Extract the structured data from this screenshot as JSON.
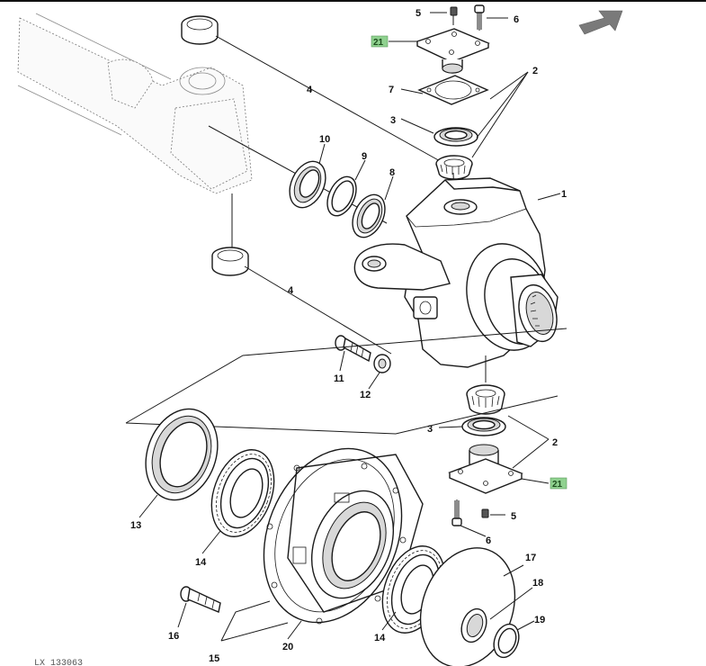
{
  "diagram": {
    "footer_code": "LX 133063",
    "labels": [
      {
        "id": "l-1",
        "text": "1"
      },
      {
        "id": "l-2a",
        "text": "2"
      },
      {
        "id": "l-2b",
        "text": "2"
      },
      {
        "id": "l-3a",
        "text": "3"
      },
      {
        "id": "l-3b",
        "text": "3"
      },
      {
        "id": "l-4a",
        "text": "4"
      },
      {
        "id": "l-4b",
        "text": "4"
      },
      {
        "id": "l-5a",
        "text": "5"
      },
      {
        "id": "l-5b",
        "text": "5"
      },
      {
        "id": "l-6a",
        "text": "6"
      },
      {
        "id": "l-6b",
        "text": "6"
      },
      {
        "id": "l-7",
        "text": "7"
      },
      {
        "id": "l-8",
        "text": "8"
      },
      {
        "id": "l-9",
        "text": "9"
      },
      {
        "id": "l-10",
        "text": "10"
      },
      {
        "id": "l-11",
        "text": "11"
      },
      {
        "id": "l-12",
        "text": "12"
      },
      {
        "id": "l-13",
        "text": "13"
      },
      {
        "id": "l-14a",
        "text": "14"
      },
      {
        "id": "l-14b",
        "text": "14"
      },
      {
        "id": "l-15",
        "text": "15"
      },
      {
        "id": "l-16",
        "text": "16"
      },
      {
        "id": "l-17",
        "text": "17"
      },
      {
        "id": "l-18",
        "text": "18"
      },
      {
        "id": "l-19",
        "text": "19"
      },
      {
        "id": "l-20",
        "text": "20"
      }
    ],
    "callouts_21": [
      {
        "id": "c-21a",
        "text": "21"
      },
      {
        "id": "c-21b",
        "text": "21"
      }
    ],
    "colors": {
      "callout_bg": "#8fd18f",
      "arrow": "#7a7a7a",
      "ink": "#1a1a1a"
    },
    "arrow_icon": "front-direction-arrow-icon"
  }
}
